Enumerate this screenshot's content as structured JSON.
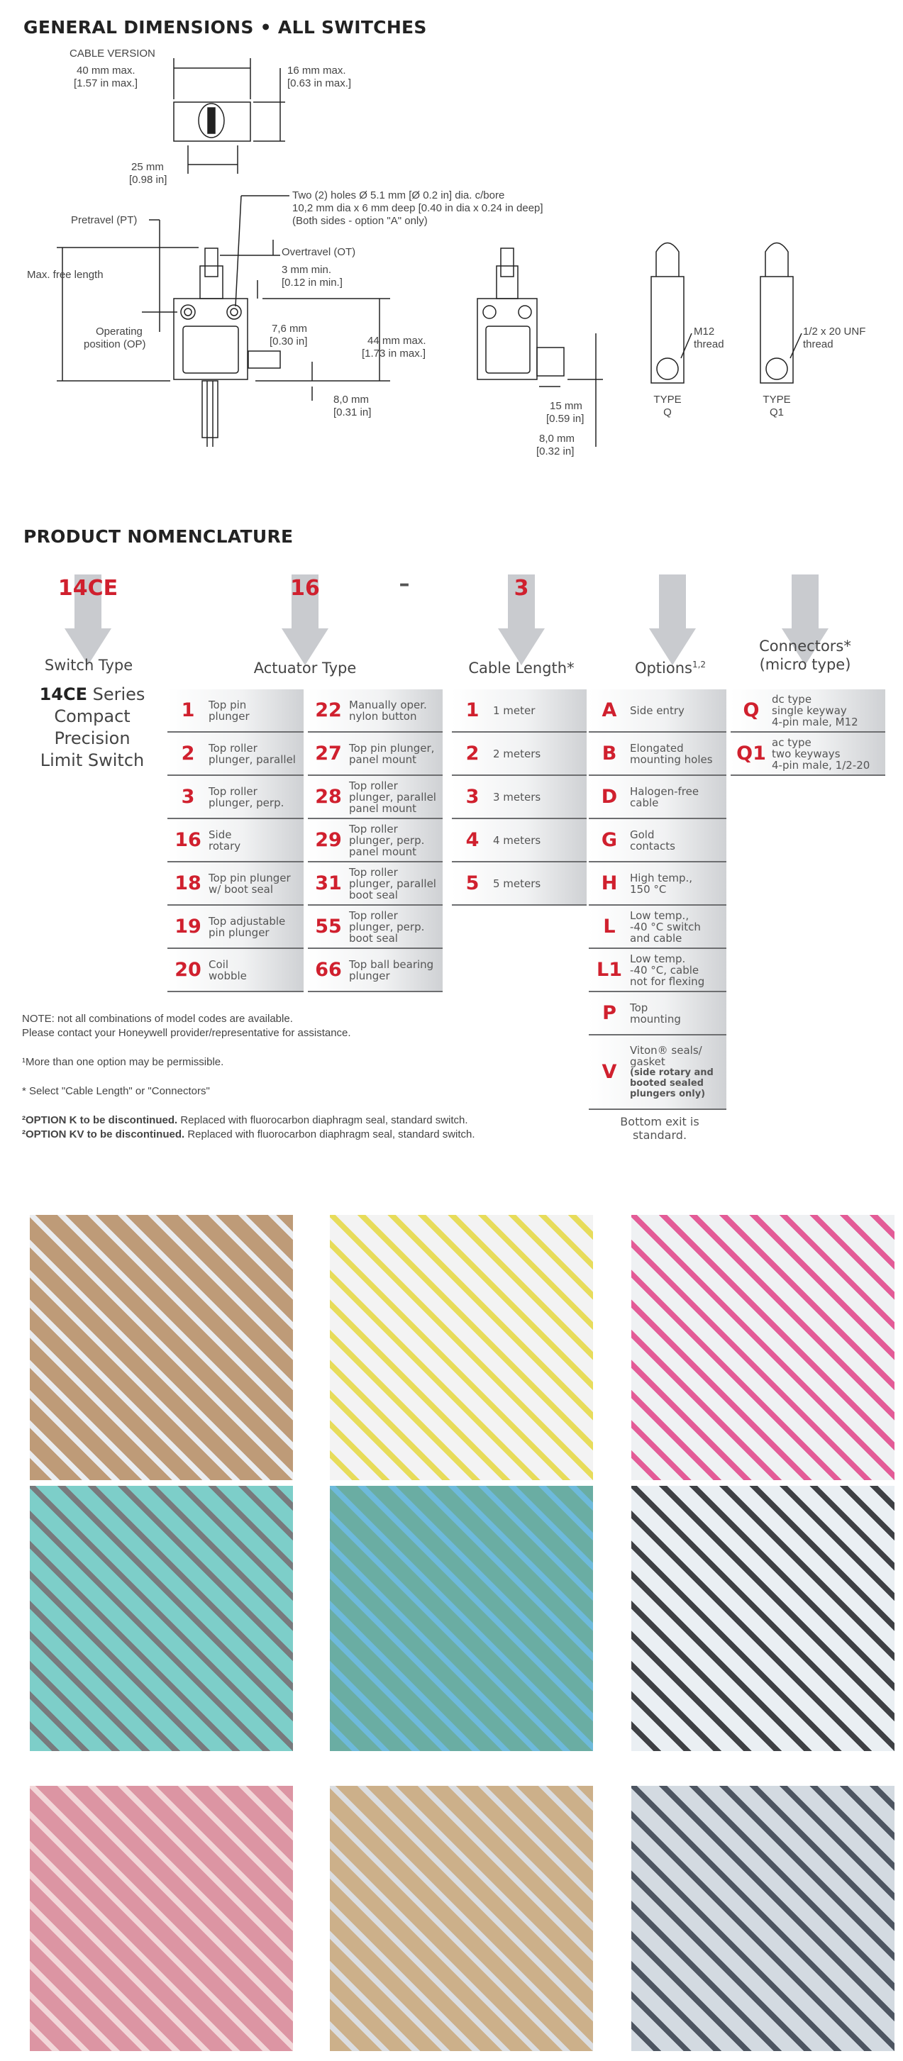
{
  "dimensions": {
    "title": "GENERAL DIMENSIONS • ALL SWITCHES",
    "cable_version": "CABLE VERSION",
    "width_40": [
      "40 mm max.",
      "[1.57 in max.]"
    ],
    "depth_16": [
      "16 mm max.",
      "[0.63 in max.]"
    ],
    "hole_25": [
      "25 mm",
      "[0.98 in]"
    ],
    "holes_note": [
      "Two (2) holes Ø 5.1 mm [Ø 0.2 in] dia. c/bore",
      "10,2 mm dia x 6 mm deep [0.40 in dia x 0.24 in deep]",
      "(Both sides - option \"A\" only)"
    ],
    "pretravel": "Pretravel (PT)",
    "overtravel": "Overtravel (OT)",
    "min_3": [
      "3 mm min.",
      "[0.12 in min.]"
    ],
    "max_free_length": "Max. free length",
    "operating_position": [
      "Operating",
      "position (OP)"
    ],
    "d_7_6": [
      "7,6 mm",
      "[0.30 in]"
    ],
    "height_44": [
      "44 mm max.",
      "[1.73 in max.]"
    ],
    "d_8_0": [
      "8,0 mm",
      "[0.31 in]"
    ],
    "d_15": [
      "15 mm",
      "[0.59 in]"
    ],
    "d_8_0b": [
      "8,0 mm",
      "[0.32 in]"
    ],
    "m12": [
      "M12",
      "thread"
    ],
    "unf": [
      "1/2 x 20 UNF",
      "thread"
    ],
    "type_q": [
      "TYPE",
      "Q"
    ],
    "type_q1": [
      "TYPE",
      "Q1"
    ]
  },
  "nomenclature": {
    "title": "PRODUCT NOMENCLATURE",
    "codes": {
      "switch": "14CE",
      "actuator": "16",
      "dash": "–",
      "cable": "3"
    },
    "switch_type": {
      "label": "Switch Type",
      "bold": "14CE",
      "lines": [
        "Series",
        "Compact",
        "Precision",
        "Limit Switch"
      ]
    },
    "actuator_type": {
      "label": "Actuator Type",
      "left": [
        {
          "code": "1",
          "desc": "Top pin\nplunger"
        },
        {
          "code": "2",
          "desc": "Top roller\nplunger, parallel"
        },
        {
          "code": "3",
          "desc": "Top roller\nplunger, perp."
        },
        {
          "code": "16",
          "desc": "Side\nrotary"
        },
        {
          "code": "18",
          "desc": "Top pin plunger\nw/ boot seal"
        },
        {
          "code": "19",
          "desc": "Top adjustable\npin plunger"
        },
        {
          "code": "20",
          "desc": "Coil\nwobble"
        }
      ],
      "right": [
        {
          "code": "22",
          "desc": "Manually oper.\nnylon button"
        },
        {
          "code": "27",
          "desc": "Top pin plunger,\npanel mount"
        },
        {
          "code": "28",
          "desc": "Top roller\nplunger, parallel\npanel mount"
        },
        {
          "code": "29",
          "desc": "Top roller\nplunger, perp.\npanel mount"
        },
        {
          "code": "31",
          "desc": "Top roller\nplunger, parallel\nboot seal"
        },
        {
          "code": "55",
          "desc": "Top roller\nplunger, perp.\nboot seal"
        },
        {
          "code": "66",
          "desc": "Top ball bearing\nplunger"
        }
      ]
    },
    "cable_length": {
      "label": "Cable Length*",
      "rows": [
        {
          "code": "1",
          "desc": "1 meter"
        },
        {
          "code": "2",
          "desc": "2 meters"
        },
        {
          "code": "3",
          "desc": "3 meters"
        },
        {
          "code": "4",
          "desc": "4 meters"
        },
        {
          "code": "5",
          "desc": "5 meters"
        }
      ]
    },
    "options": {
      "label": "Options",
      "sup": "1,2",
      "rows": [
        {
          "code": "A",
          "desc": "Side entry"
        },
        {
          "code": "B",
          "desc": "Elongated\nmounting holes"
        },
        {
          "code": "D",
          "desc": "Halogen-free\ncable"
        },
        {
          "code": "G",
          "desc": "Gold\ncontacts"
        },
        {
          "code": "H",
          "desc": "High temp.,\n150 °C"
        },
        {
          "code": "L",
          "desc": "Low temp.,\n-40 °C switch\nand cable"
        },
        {
          "code": "L1",
          "desc": "Low temp.\n-40 °C, cable\nnot for flexing"
        },
        {
          "code": "P",
          "desc": "Top\nmounting"
        },
        {
          "code": "V",
          "desc": "Viton® seals/\ngasket",
          "note": "(side rotary and booted sealed plungers only)"
        }
      ],
      "footer": "Bottom exit is standard."
    },
    "connectors": {
      "label": "Connectors*",
      "sublabel": "(micro type)",
      "rows": [
        {
          "code": "Q",
          "desc": "dc type\nsingle keyway\n4-pin male, M12"
        },
        {
          "code": "Q1",
          "desc": "ac type\ntwo keyways\n4-pin male, 1/2-20"
        }
      ]
    },
    "notes": {
      "note1": "NOTE: not all combinations of model codes are available.",
      "note2": "Please contact your Honeywell provider/representative for assistance.",
      "fn1": "¹More than one option may be permissible.",
      "asterisk": "* Select \"Cable Length\" or \"Connectors\"",
      "k_bold": "²OPTION K to be discontinued.",
      "k_rest": " Replaced with fluorocarbon diaphragm seal, standard switch.",
      "kv_bold": "²OPTION KV to be discontinued.",
      "kv_rest": " Replaced with fluorocarbon diaphragm seal, standard switch."
    }
  },
  "photos": [
    {
      "name": "photo-honeywell-boxes",
      "colors": [
        "#b8916a",
        "#e8eaee"
      ]
    },
    {
      "name": "photo-attention-boxes",
      "colors": [
        "#f2f2f2",
        "#e5d94a"
      ]
    },
    {
      "name": "photo-barcode-boxes",
      "colors": [
        "#eef0f2",
        "#e14b8c"
      ]
    },
    {
      "name": "photo-grey-switches-tray",
      "colors": [
        "#6fc9c4",
        "#6a6c70"
      ]
    },
    {
      "name": "photo-blue-switches-tray",
      "colors": [
        "#5aa59a",
        "#5fb3d8"
      ]
    },
    {
      "name": "photo-roller-switches-tray",
      "colors": [
        "#e8eef2",
        "#2a2c30"
      ]
    },
    {
      "name": "photo-pink-bag-switches",
      "colors": [
        "#d98a9a",
        "#f1d2d4"
      ]
    },
    {
      "name": "photo-bagged-switches-box",
      "colors": [
        "#c7a87e",
        "#d8dadd"
      ]
    },
    {
      "name": "photo-packed-microswitches",
      "colors": [
        "#cfd6de",
        "#3a4350"
      ]
    }
  ]
}
